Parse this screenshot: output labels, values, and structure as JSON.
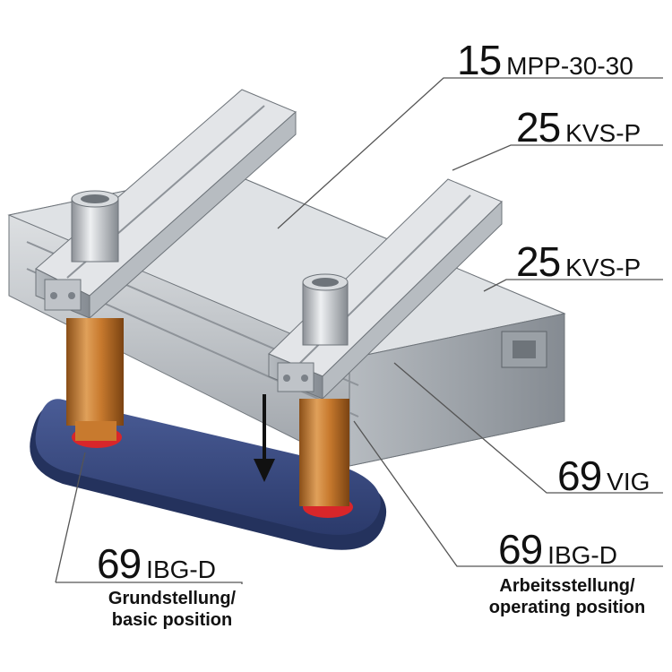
{
  "labels": [
    {
      "id": "mpp",
      "number": "15",
      "code": "MPP-30-30"
    },
    {
      "id": "kvs-top",
      "number": "25",
      "code": "KVS-P"
    },
    {
      "id": "kvs-mid",
      "number": "25",
      "code": "KVS-P"
    },
    {
      "id": "vig",
      "number": "69",
      "code": "VIG"
    },
    {
      "id": "ibg-right",
      "number": "69",
      "code": "IBG-D",
      "caption": [
        "Arbeitsstellung/",
        "operating position"
      ]
    },
    {
      "id": "ibg-left",
      "number": "69",
      "code": "IBG-D",
      "caption": [
        "Grundstellung/",
        "basic position"
      ]
    }
  ],
  "colors": {
    "aluminium": "#c9ccd0",
    "aluminium_dark": "#8e9399",
    "brass": "#c87a2e",
    "seal_red": "#d8262a",
    "base_pad": "#3d4f86",
    "leader": "#555555"
  }
}
